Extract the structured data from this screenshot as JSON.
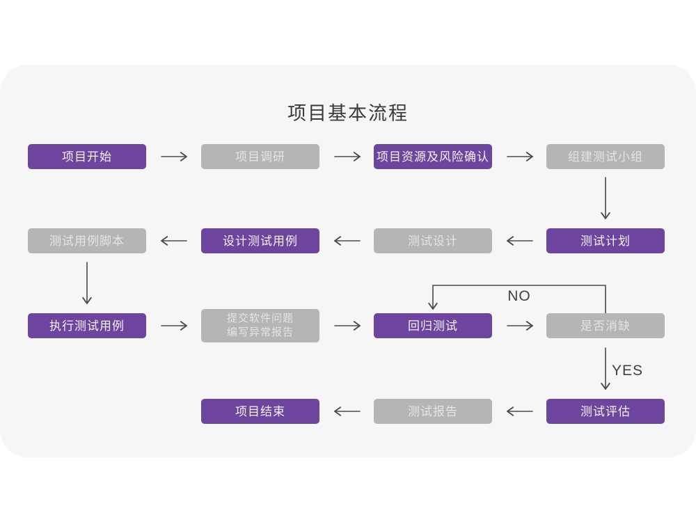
{
  "title": "项目基本流程",
  "nodes": {
    "start": {
      "label": "项目开始",
      "style": "primary"
    },
    "research": {
      "label": "项目调研",
      "style": "secondary"
    },
    "risk_confirm": {
      "label": "项目资源及风险确认",
      "style": "primary"
    },
    "build_team": {
      "label": "组建测试小组",
      "style": "secondary"
    },
    "test_plan": {
      "label": "测试计划",
      "style": "primary"
    },
    "test_design": {
      "label": "测试设计",
      "style": "secondary"
    },
    "design_cases": {
      "label": "设计测试用例",
      "style": "primary"
    },
    "case_scripts": {
      "label": "测试用例脚本",
      "style": "secondary"
    },
    "execute_cases": {
      "label": "执行测试用例",
      "style": "primary"
    },
    "submit_issue": {
      "line1": "提交软件问题",
      "line2": "编写异常报告",
      "style": "secondary"
    },
    "regression": {
      "label": "回归测试",
      "style": "primary"
    },
    "defect_check": {
      "label": "是否消缺",
      "style": "secondary"
    },
    "evaluation": {
      "label": "测试评估",
      "style": "primary"
    },
    "test_report": {
      "label": "测试报告",
      "style": "secondary"
    },
    "end": {
      "label": "项目结束",
      "style": "primary"
    }
  },
  "edge_labels": {
    "no": "NO",
    "yes": "YES"
  },
  "colors": {
    "primary_box": "#6E459E",
    "secondary_box": "#B5B5B5",
    "card_background": "#F6F6F7",
    "page_background": "#FFFFFF",
    "arrow": "#4A4A4A",
    "title_text": "#3A3A3A"
  }
}
